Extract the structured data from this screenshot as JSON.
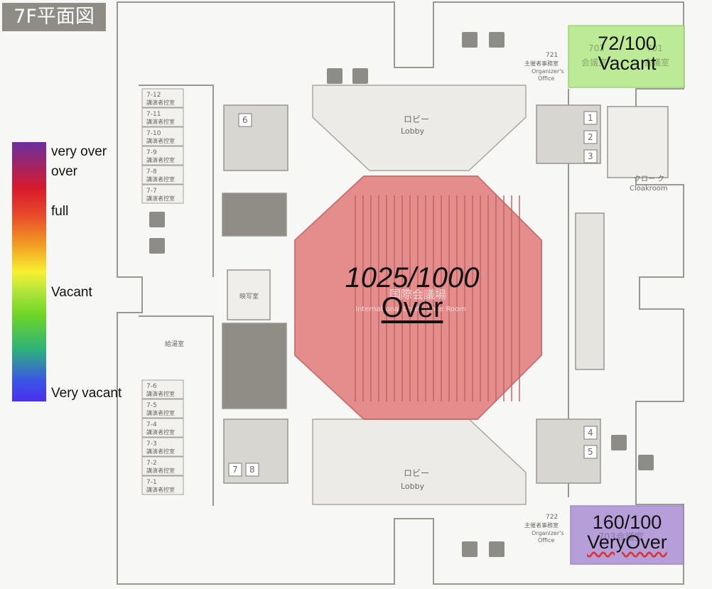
{
  "floor_title": "7F平面図",
  "legend": {
    "very_over": "very over",
    "over": "over",
    "full": "full",
    "vacant": "Vacant",
    "very_vacant": "Very vacant"
  },
  "rooms": {
    "main_hall": {
      "capacity": "1025/1000",
      "status": "Over",
      "name_jp": "国際会議場",
      "name_en": "International Conference Room",
      "color": "#e88080"
    },
    "room_701_702": {
      "capacity": "72/100",
      "status": "Vacant",
      "name_a": "702",
      "name_b": "701",
      "name_jp_a": "会議室",
      "name_jp_b": "会議室",
      "color": "#b6e88a"
    },
    "room_703": {
      "capacity": "160/100",
      "status": "VeryOver",
      "name": "703会議室",
      "color": "#b59ad6"
    }
  },
  "map_labels": {
    "lobby_top_jp": "ロビー",
    "lobby_top_en": "Lobby",
    "lobby_bottom_jp": "ロビー",
    "lobby_bottom_en": "Lobby",
    "cloak_jp": "クロー ク",
    "cloak_en": "Cloakroom",
    "office_721_num": "721",
    "office_721_jp": "主催者事務室",
    "office_721_en1": "Organizer's",
    "office_721_en2": "Office",
    "office_722_num": "722",
    "office_722_jp": "主催者事務室",
    "office_722_en1": "Organizer's",
    "office_722_en2": "Office",
    "copy_room": "映写室",
    "kitchen": "給湯室",
    "speaker_room_jp": "講演者控室",
    "speaker_rooms_top": [
      "7-12",
      "7-11",
      "7-10",
      "7-9",
      "7-8",
      "7-7"
    ],
    "speaker_rooms_bottom": [
      "7-6",
      "7-5",
      "7-4",
      "7-3",
      "7-2",
      "7-1"
    ],
    "elevators_right_top": [
      "1",
      "2",
      "3"
    ],
    "elevators_right_bottom": [
      "4",
      "5"
    ],
    "elevators_left_top": [
      "6"
    ],
    "elevators_left_bottom": [
      "7",
      "8"
    ]
  }
}
